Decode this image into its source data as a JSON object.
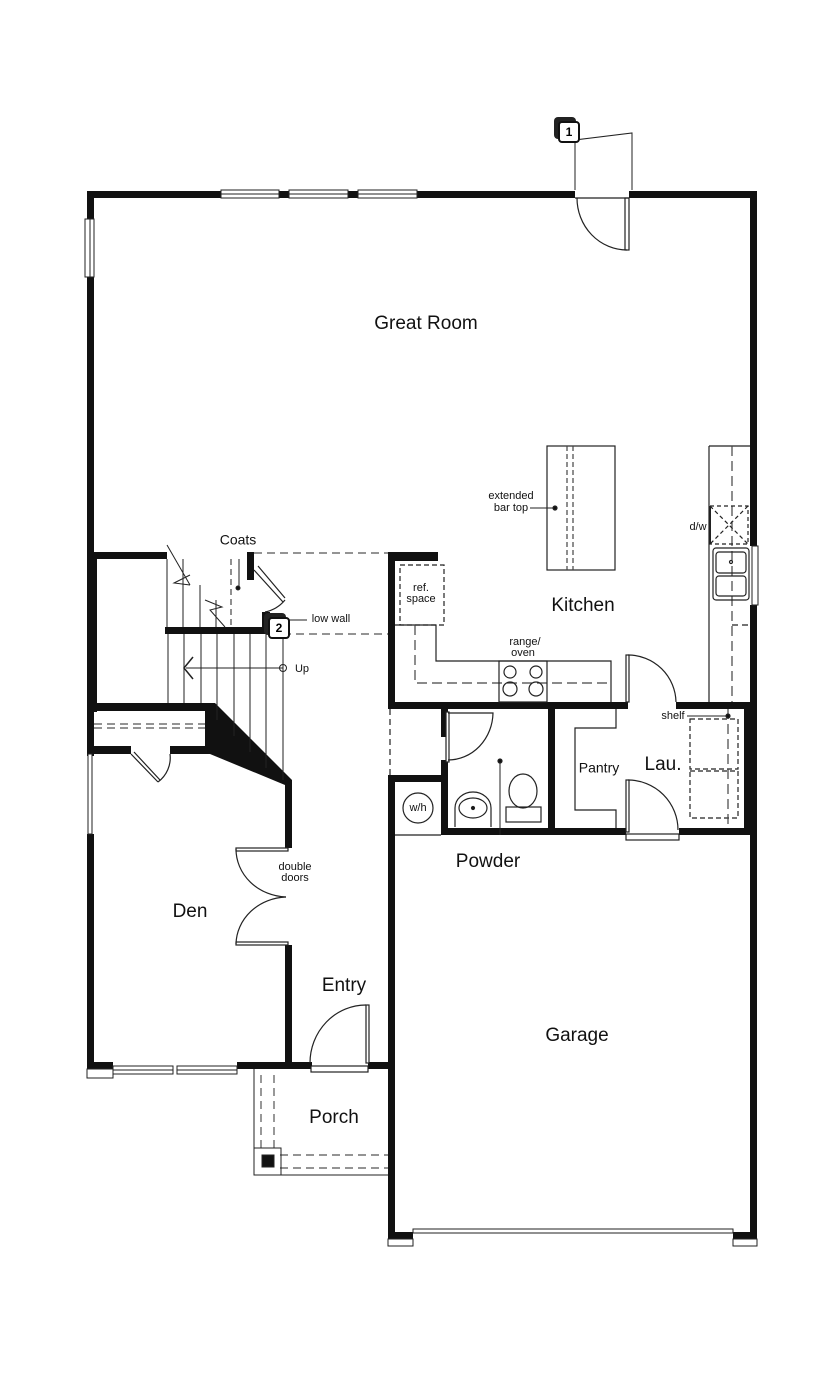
{
  "plan": {
    "rooms": [
      {
        "id": "great-room",
        "label": "Great Room"
      },
      {
        "id": "kitchen",
        "label": "Kitchen"
      },
      {
        "id": "den",
        "label": "Den"
      },
      {
        "id": "entry",
        "label": "Entry"
      },
      {
        "id": "porch",
        "label": "Porch"
      },
      {
        "id": "garage",
        "label": "Garage"
      },
      {
        "id": "powder",
        "label": "Powder"
      },
      {
        "id": "pantry",
        "label": "Pantry"
      },
      {
        "id": "laundry",
        "label": "Lau."
      },
      {
        "id": "coats",
        "label": "Coats"
      }
    ],
    "annotations": {
      "extended_bar_top": "extended\nbar top",
      "extended_line1": "extended",
      "extended_line2": "bar top",
      "dishwasher": "d/w",
      "ref_line1": "ref.",
      "ref_line2": "space",
      "range_line1": "range/",
      "range_line2": "oven",
      "shelf": "shelf",
      "water_heater": "w/h",
      "double_line1": "double",
      "double_line2": "doors",
      "low_wall": "low wall",
      "stairs_up": "Up"
    },
    "markers": [
      {
        "id": "option-1",
        "label": "1"
      },
      {
        "id": "option-2",
        "label": "2"
      }
    ],
    "colors": {
      "wall": "#111111",
      "line": "#222222",
      "dashed": "#555555",
      "background": "#ffffff"
    }
  }
}
